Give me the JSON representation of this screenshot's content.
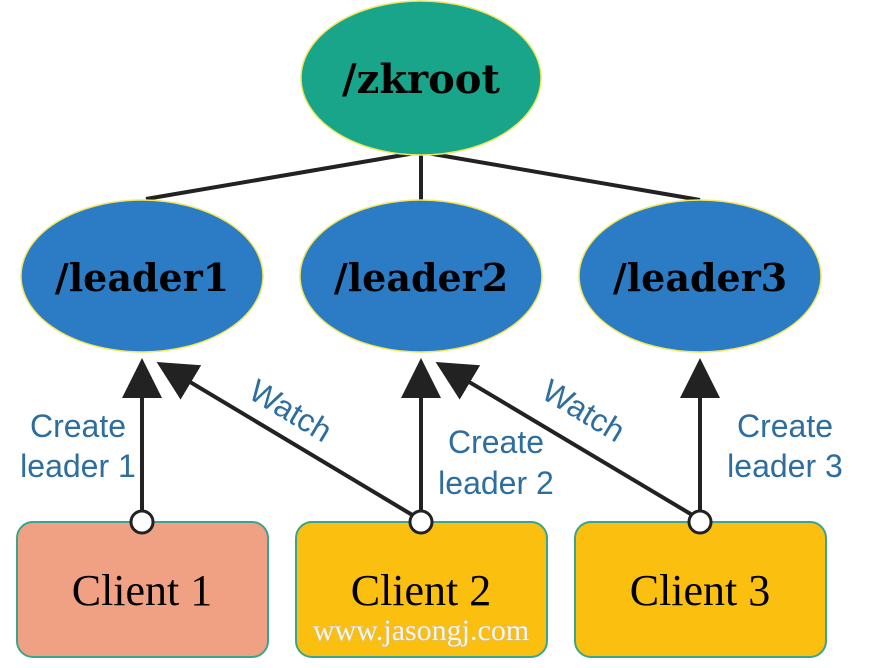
{
  "nodes": {
    "root": {
      "label": "/zkroot",
      "color": "#18a58a"
    },
    "leader1": {
      "label": "/leader1",
      "color": "#2b7cc4"
    },
    "leader2": {
      "label": "/leader2",
      "color": "#2b7cc4"
    },
    "leader3": {
      "label": "/leader3",
      "color": "#2b7cc4"
    }
  },
  "clients": {
    "client1": {
      "label": "Client 1",
      "color": "#f0a184"
    },
    "client2": {
      "label": "Client 2",
      "color": "#fbbf10"
    },
    "client3": {
      "label": "Client 3",
      "color": "#fbbf10"
    }
  },
  "edges": {
    "create1": {
      "line1": "Create",
      "line2": "leader 1"
    },
    "create2": {
      "line1": "Create",
      "line2": "leader 2"
    },
    "create3": {
      "line1": "Create",
      "line2": "leader 3"
    },
    "watch1": {
      "label": "Watch"
    },
    "watch2": {
      "label": "Watch"
    }
  },
  "watermark": "www.jasongj.com",
  "colors": {
    "line": "#222222",
    "edge_text": "#2e6e9e",
    "node_border": "#f2e65a",
    "client_border": "#3aa58c"
  }
}
